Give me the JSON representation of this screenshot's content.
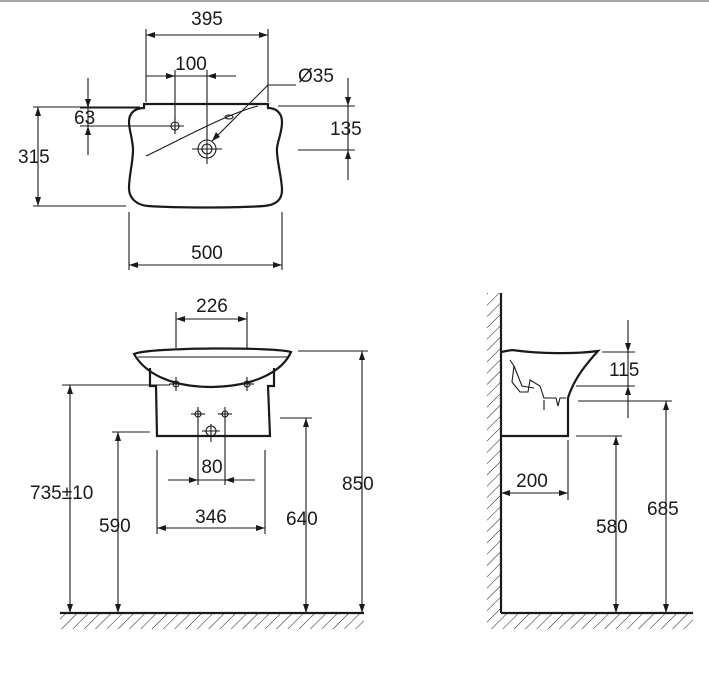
{
  "colors": {
    "line": "#1a1a1a",
    "background": "#ffffff",
    "top_rule": "#8a8a8a"
  },
  "dimensions": {
    "top_view": {
      "tap_spacing_width": "395",
      "tap_offset": "100",
      "hole_diameter": "Ø35",
      "overflow_offset": "63",
      "depth": "315",
      "tap_hole_offset": "135",
      "width": "500"
    },
    "front_view": {
      "mount_spacing": "226",
      "waste_spacing": "80",
      "pedestal_width": "346",
      "installation_height": "735±10",
      "pedestal_base_height": "590",
      "waste_height": "640",
      "total_height": "850"
    },
    "side_view": {
      "rim_depth": "115",
      "projection": "200",
      "bottom_height": "580",
      "rim_height": "685"
    }
  }
}
